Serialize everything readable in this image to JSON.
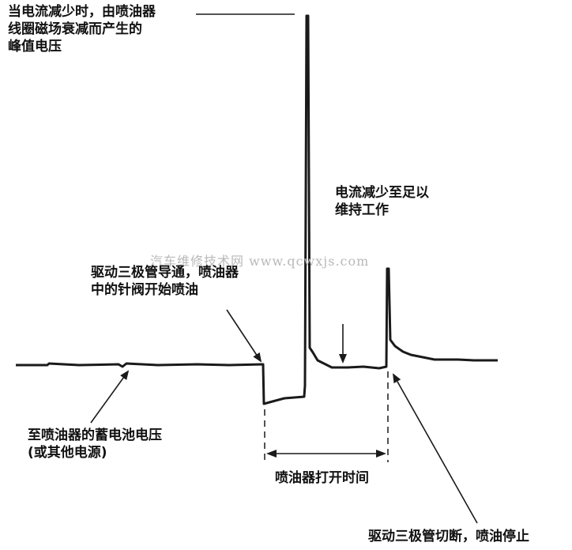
{
  "annotations": {
    "peak_voltage": [
      "当电流减少时，由喷油器",
      "线圈磁场衰减而产生的",
      "峰值电压"
    ],
    "hold_current": [
      "电流减少至足以",
      "维持工作"
    ],
    "transistor_on": [
      "驱动三极管导通，喷油器",
      "中的针阀开始喷油"
    ],
    "battery_voltage": [
      "至喷油器的蓄电池电压",
      "(或其他电源)"
    ],
    "open_time": "喷油器打开时间",
    "transistor_off": "驱动三极管切断，喷油停止"
  },
  "watermark": "汽车维修技术网 www.qcwxjs.com",
  "colors": {
    "trace": "#1a1a1a",
    "text": "#111111",
    "watermark": "#b9b9b9"
  }
}
